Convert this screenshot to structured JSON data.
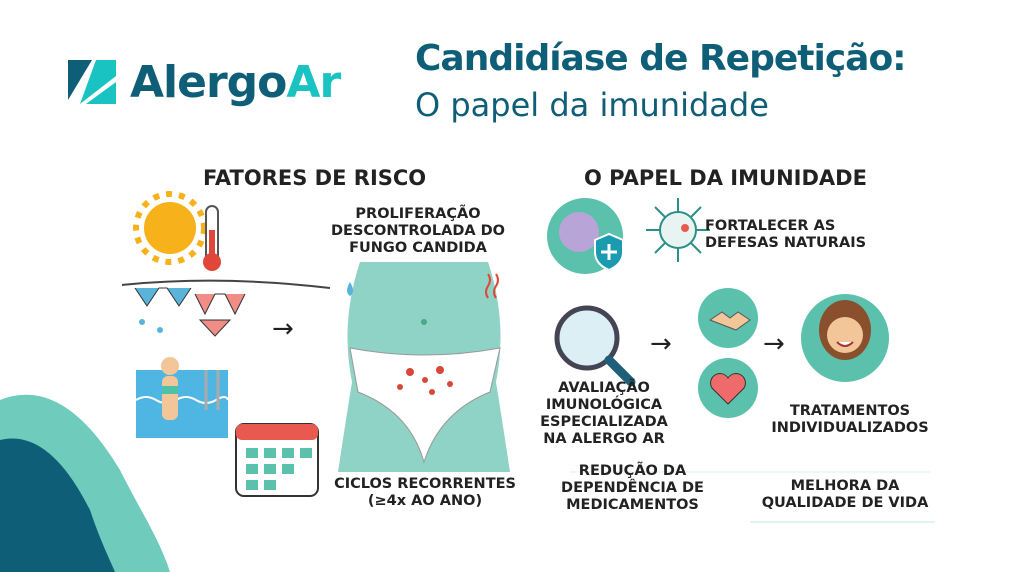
{
  "brand": {
    "name_part1": "Alergo",
    "name_part2": "Ar"
  },
  "header": {
    "title": "Candidíase de Repetição:",
    "subtitle": "O papel da imunidade"
  },
  "risk": {
    "heading": "FATORES DE RISCO",
    "proliferation": "PROLIFERAÇÃO DESCONTROLADA DO FUNGO CANDIDA",
    "cycles": "CICLOS RECORRENTES (≥4x AO ANO)"
  },
  "immunity": {
    "heading": "O PAPEL DA IMUNIDADE",
    "strengthen": "FORTALECER AS DEFESAS NATURAIS",
    "evaluation": "AVALIAÇÃO IMUNOLÓGICA ESPECIALIZADA NA ALERGO AR",
    "treatments": "TRATAMENTOS INDIVIDUALIZADOS",
    "reduction": "REDUÇÃO DA DEPENDÊNCIA DE MEDICAMENTOS",
    "quality": "MELHORA DA QUALIDADE DE VIDA"
  },
  "colors": {
    "brand_dark": "#0f5e78",
    "brand_light": "#18c3c1",
    "mint": "#8fd3c6"
  }
}
